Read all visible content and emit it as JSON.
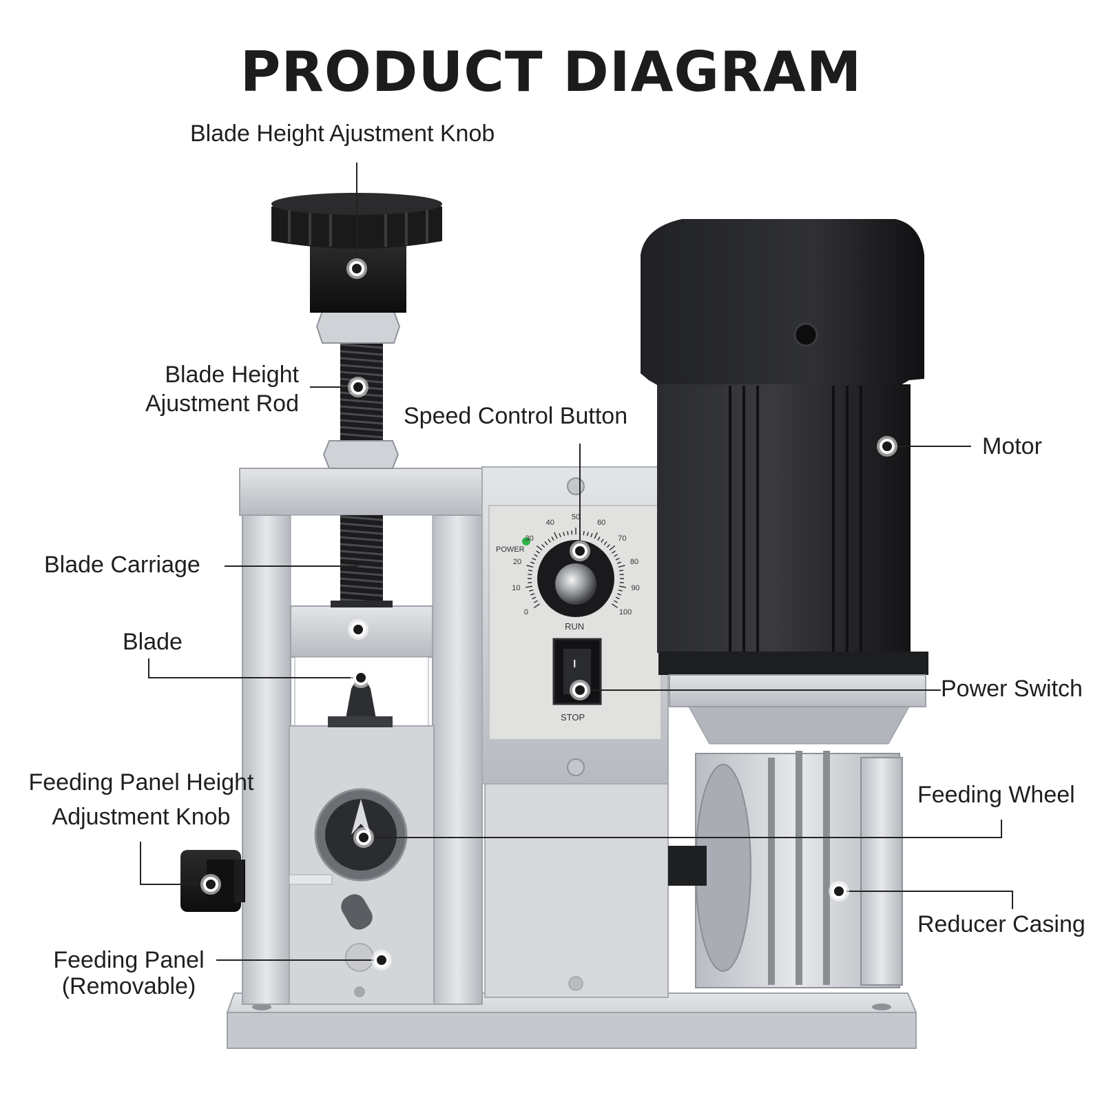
{
  "title": "PRODUCT DIAGRAM",
  "labels": {
    "blade_height_knob": "Blade Height Ajustment Knob",
    "blade_height_rod_1": "Blade Height",
    "blade_height_rod_2": "Ajustment Rod",
    "speed_control": "Speed Control Button",
    "motor": "Motor",
    "blade_carriage": "Blade Carriage",
    "blade": "Blade",
    "power_switch": "Power Switch",
    "feeding_panel_knob_1": "Feeding Panel Height",
    "feeding_panel_knob_2": "Adjustment Knob",
    "feeding_wheel": "Feeding Wheel",
    "reducer_casing": "Reducer Casing",
    "feeding_panel_1": "Feeding Panel",
    "feeding_panel_2": "(Removable)"
  },
  "panel": {
    "power": "POWER",
    "run": "RUN",
    "stop": "STOP",
    "switch_mark": "I",
    "dial": [
      "0",
      "10",
      "20",
      "30",
      "40",
      "50",
      "60",
      "70",
      "80",
      "90",
      "100"
    ]
  },
  "colors": {
    "text": "#1f1f1f",
    "leader": "#222222",
    "aluminum": "#c9ccd1",
    "panel": "#e4e5e3",
    "motor": "#1e1f21",
    "led": "#2fb34a"
  }
}
